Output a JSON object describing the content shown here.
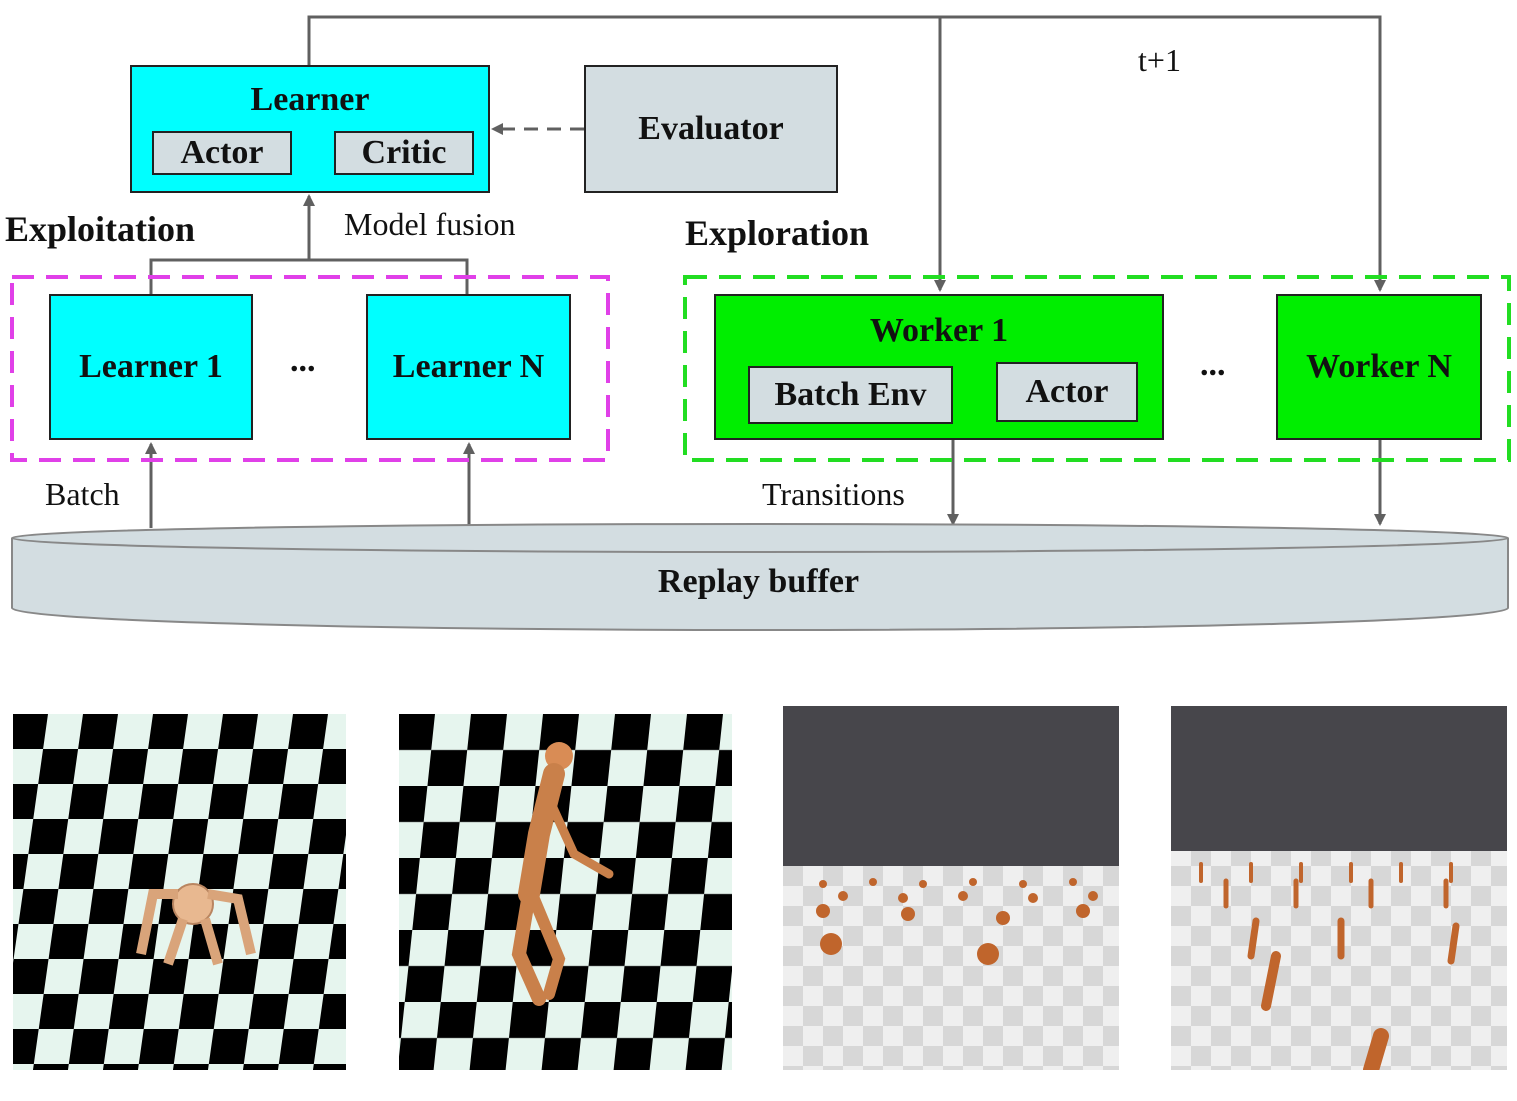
{
  "learner": {
    "title": "Learner",
    "actor": "Actor",
    "critic": "Critic"
  },
  "evaluator": {
    "label": "Evaluator"
  },
  "exploitation": {
    "heading": "Exploitation",
    "learner_1": "Learner 1",
    "learner_n": "Learner N",
    "ellipsis": "..."
  },
  "exploration": {
    "heading": "Exploration",
    "worker_1": "Worker 1",
    "batch_env": "Batch Env",
    "actor": "Actor",
    "worker_n": "Worker N",
    "ellipsis": "..."
  },
  "edges": {
    "model_fusion": "Model fusion",
    "t_plus_1": "t+1",
    "batch": "Batch",
    "transitions": "Transitions"
  },
  "replay_buffer": {
    "label": "Replay buffer"
  },
  "colors": {
    "learner": "#00ffff",
    "worker": "#00ee00",
    "neutral": "#d3dde1",
    "exploitation_border": "#e040e8",
    "exploration_border": "#22dd22",
    "wire": "#606060"
  },
  "scenes": [
    {
      "id": "ant-single"
    },
    {
      "id": "humanoid-single"
    },
    {
      "id": "ant-massive"
    },
    {
      "id": "humanoid-massive"
    }
  ]
}
